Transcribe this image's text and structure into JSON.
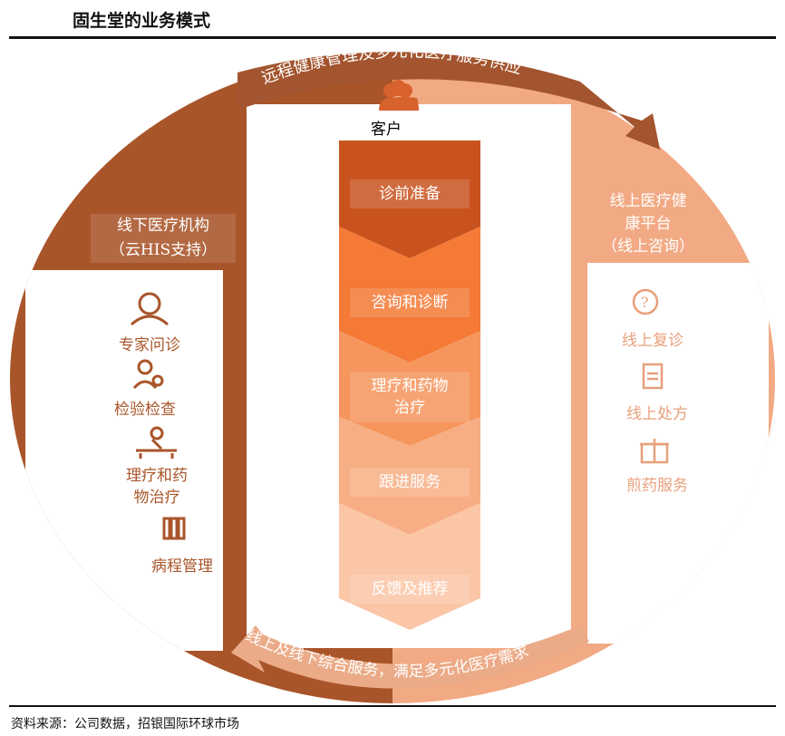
{
  "title": "固生堂的业务模式",
  "source": "资料来源：公司数据，招银国际环球市场",
  "top_arrow": "远程健康管理及多元化医疗服务供应",
  "bottom_arrow": "线上及线下综合服务，满足多元化医疗需求",
  "customer": "客户",
  "left_panel": {
    "title_line1": "线下医疗机构",
    "title_line2": "（云HIS支持）",
    "items": [
      {
        "label": "专家问诊",
        "icon": "doctor-icon"
      },
      {
        "label": "检验检查",
        "icon": "lab-test-icon"
      },
      {
        "label1": "理疗和药",
        "label2": "物治疗",
        "icon": "physiotherapy-icon"
      },
      {
        "label": "病程管理",
        "icon": "records-icon"
      }
    ]
  },
  "right_panel": {
    "title_line1": "线上医疗健",
    "title_line2": "康平台",
    "title_line3": "（线上咨询）",
    "items": [
      {
        "label": "线上复诊",
        "icon": "question-bubble-icon"
      },
      {
        "label": "线上处方",
        "icon": "prescription-icon"
      },
      {
        "label": "煎药服务",
        "icon": "gift-icon"
      }
    ]
  },
  "steps": [
    {
      "label": "诊前准备"
    },
    {
      "label": "咨询和诊断"
    },
    {
      "label1": "理疗和药物",
      "label2": "治疗"
    },
    {
      "label": "跟进服务"
    },
    {
      "label": "反馈及推荐"
    }
  ],
  "colors": {
    "dark": "#A9552A",
    "light": "#F2AA84",
    "step1": "#C9531F",
    "step2": "#F47A36",
    "step3": "#F6955C",
    "step4": "#F8AE84",
    "step5": "#FBC6A6"
  }
}
